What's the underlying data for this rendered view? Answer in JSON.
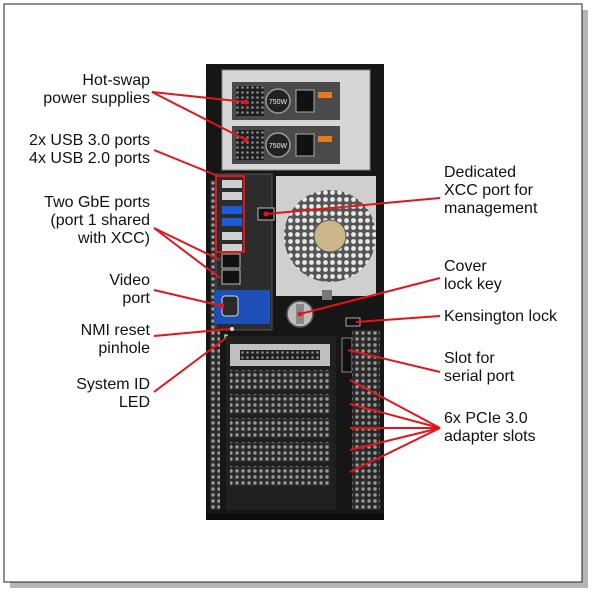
{
  "labels": {
    "hot_swap": [
      "Hot-swap",
      "power supplies"
    ],
    "usb": [
      "2x USB 3.0 ports",
      "4x USB 2.0 ports"
    ],
    "gbe": [
      "Two GbE ports",
      "(port 1 shared",
      "with XCC)"
    ],
    "video": [
      "Video",
      "port"
    ],
    "nmi": [
      "NMI reset",
      "pinhole"
    ],
    "sysid": [
      "System ID",
      "LED"
    ],
    "xcc": [
      "Dedicated",
      "XCC port for",
      "management"
    ],
    "cover": [
      "Cover",
      "lock key"
    ],
    "kensington": [
      "Kensington lock"
    ],
    "serial": [
      "Slot for",
      "serial port"
    ],
    "pcie": [
      "6x PCIe 3.0",
      "adapter slots"
    ]
  },
  "psu_rating": "750W",
  "colors": {
    "leader": "#e4141b",
    "chassis": "#1b1b1b",
    "panel": "#444444",
    "vga_blue": "#1c4fb8"
  }
}
